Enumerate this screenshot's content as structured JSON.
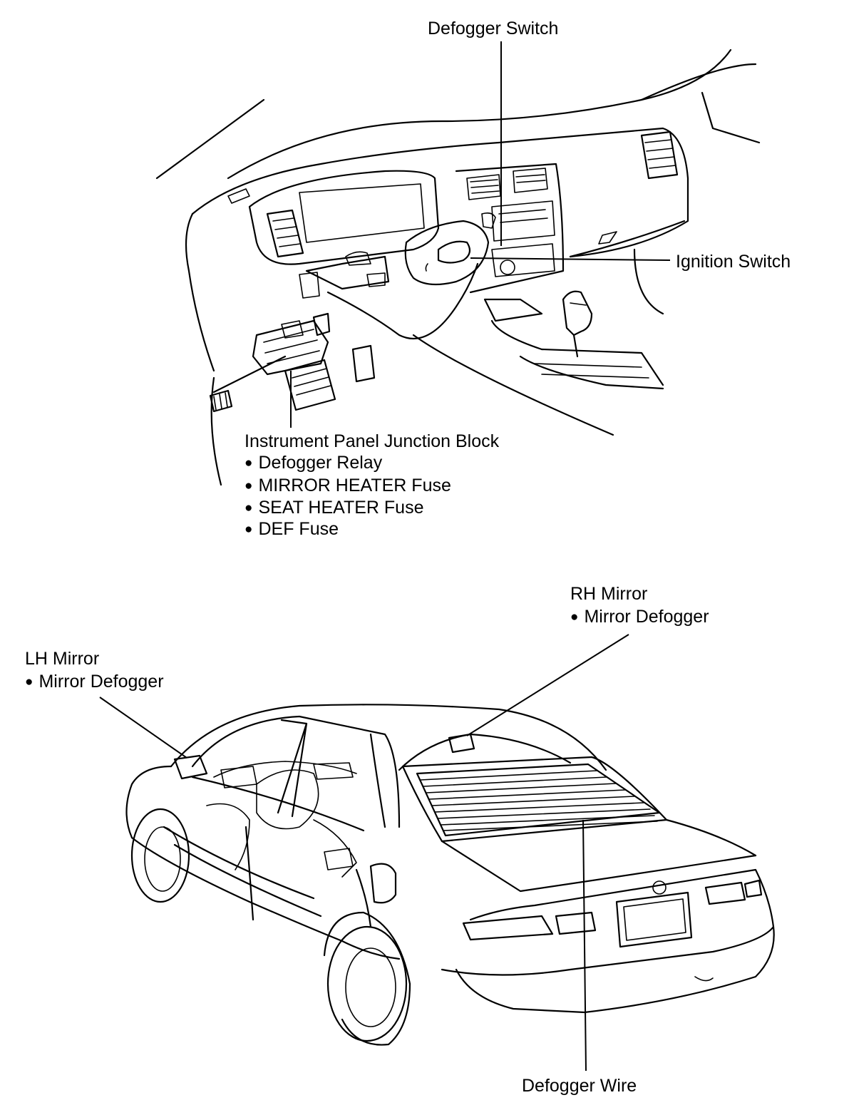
{
  "diagram": {
    "labels": {
      "defogger_switch": "Defogger Switch",
      "ignition_switch": "Ignition Switch",
      "junction_block": {
        "title": "Instrument Panel Junction Block",
        "items": [
          "Defogger Relay",
          "MIRROR HEATER Fuse",
          "SEAT HEATER Fuse",
          "DEF Fuse"
        ]
      },
      "rh_mirror": {
        "title": "RH Mirror",
        "items": [
          "Mirror Defogger"
        ]
      },
      "lh_mirror": {
        "title": "LH Mirror",
        "items": [
          "Mirror Defogger"
        ]
      },
      "defogger_wire": "Defogger Wire"
    }
  }
}
